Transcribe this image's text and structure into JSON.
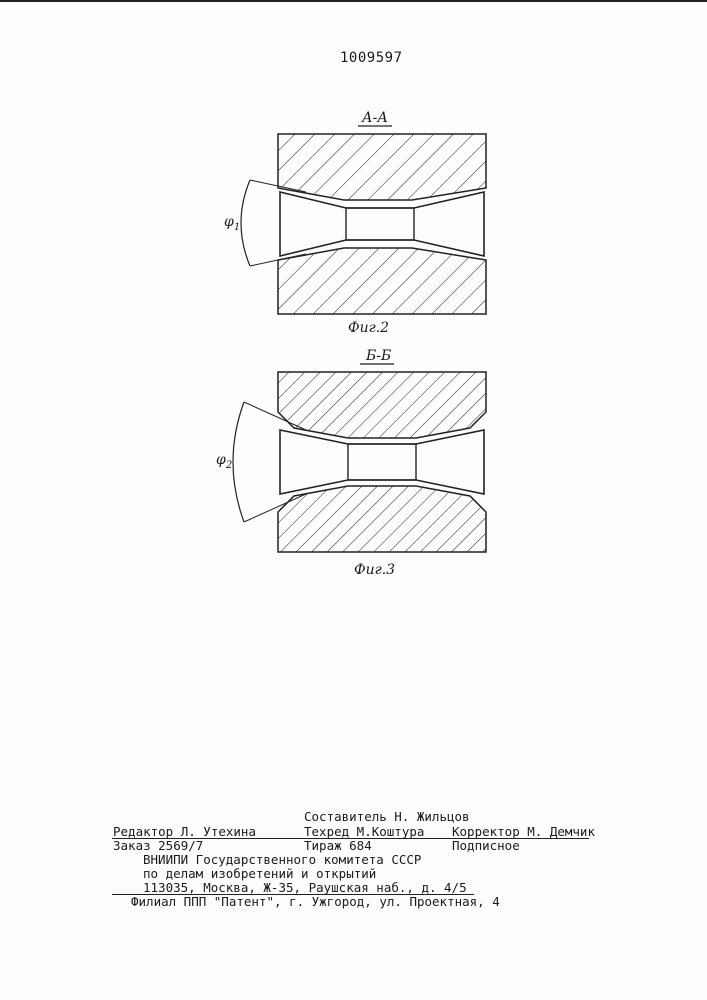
{
  "header": {
    "patent_number": "1009597"
  },
  "figures": [
    {
      "section_label": "А-А",
      "angle_label": "φ",
      "angle_subscript": "1",
      "caption": "Фиг.2"
    },
    {
      "section_label": "Б-Б",
      "angle_label": "φ",
      "angle_subscript": "2",
      "caption": "Фиг.3"
    }
  ],
  "colophon": {
    "compiler": "Составитель Н. Жильцов",
    "editor": "Редактор Л. Утехина",
    "techred": "Техред М.Коштура",
    "corrector": "Корректор М. Демчик",
    "order": "Заказ 2569/7",
    "circulation": "Тираж 684",
    "subscription": "Подписное",
    "institute": "ВНИИПИ Государственного комитета СССР",
    "committee": "по делам изобретений и открытий",
    "address": "113035, Москва, Ж-35, Раушская наб., д. 4/5",
    "branch": "Филиал ППП \"Патент\", г. Ужгород, ул. Проектная, 4"
  }
}
